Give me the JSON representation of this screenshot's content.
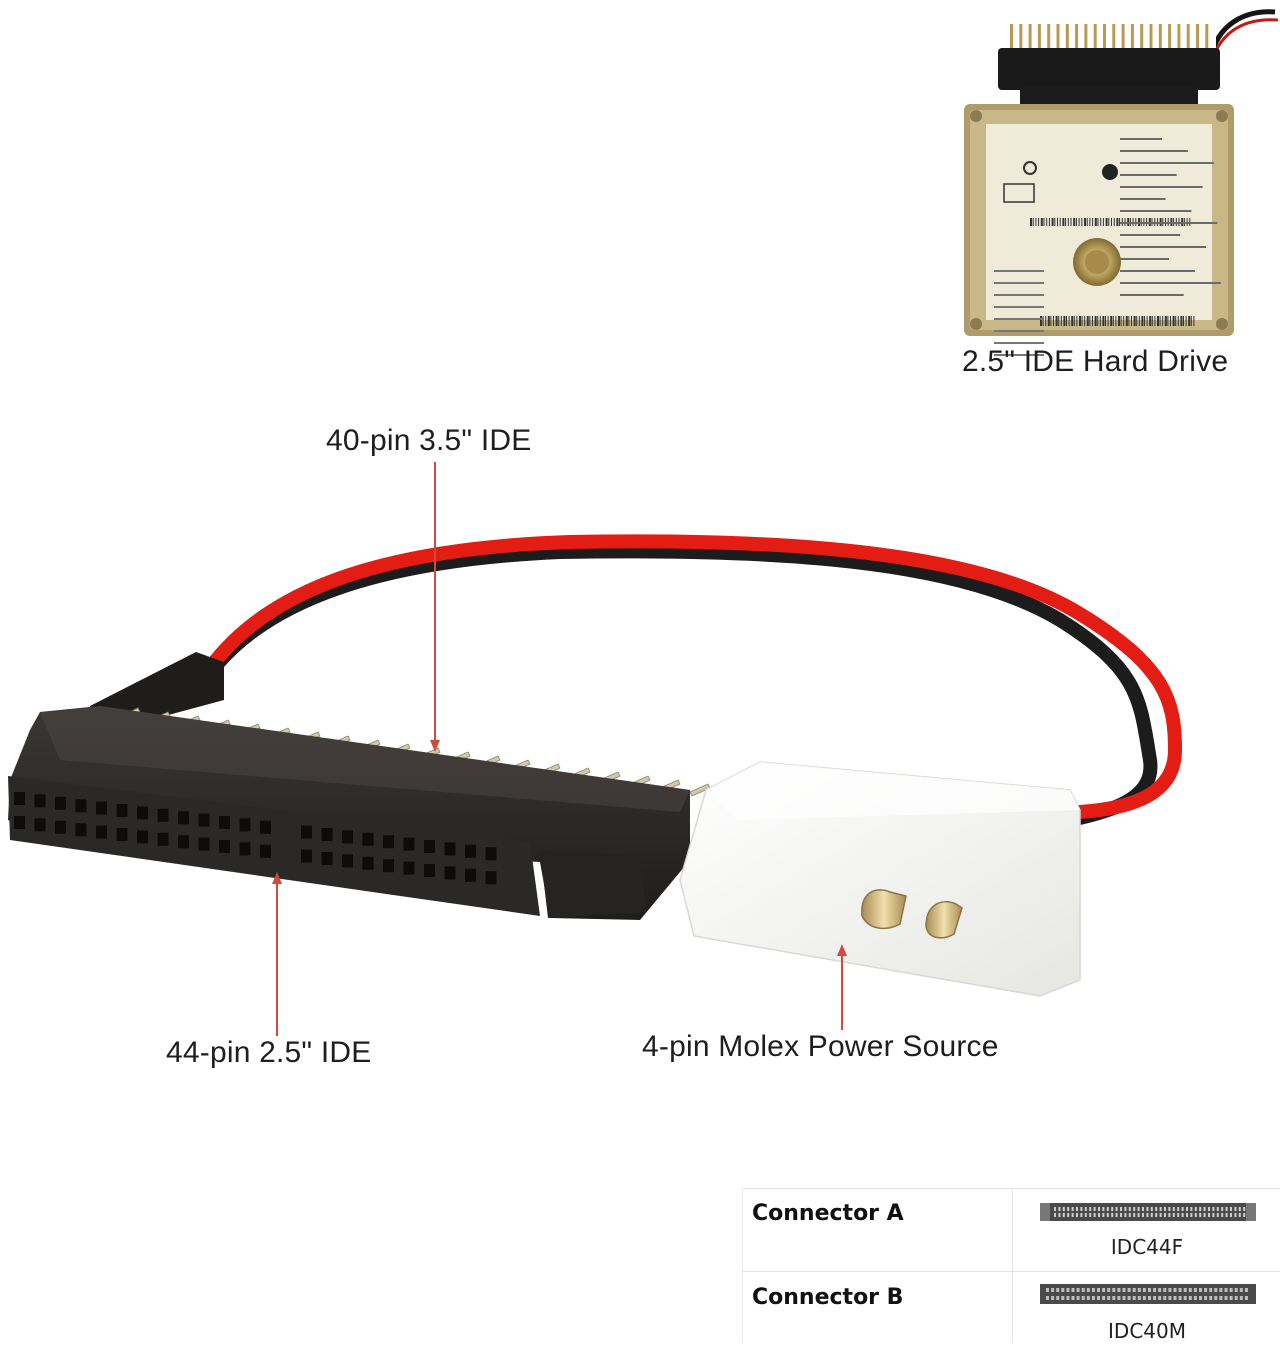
{
  "labels": {
    "hard_drive": "2.5\" IDE Hard Drive",
    "pin40": "40-pin 3.5\" IDE",
    "pin44": "44-pin 2.5\" IDE",
    "molex": "4-pin Molex Power Source"
  },
  "spec_table": {
    "rows": [
      {
        "name": "Connector A",
        "code": "IDC44F"
      },
      {
        "name": "Connector B",
        "code": "IDC40M"
      }
    ]
  },
  "colors": {
    "pointer": "#d14b3c",
    "wire_red": "#e31d14",
    "wire_black": "#1c1c1c",
    "connector_body": "#2a2826",
    "molex_body": "#f4f4f2",
    "pin_gold": "#c9b27a",
    "hdd_label": "#f1ecd9",
    "hdd_frame": "#b9a77c"
  }
}
